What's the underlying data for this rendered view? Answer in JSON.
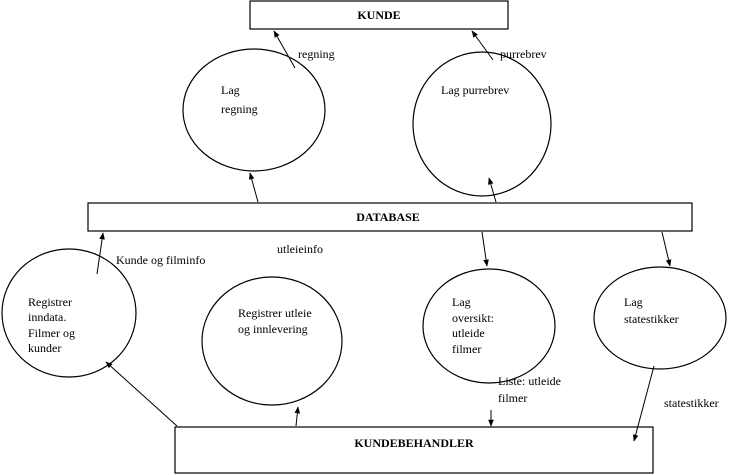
{
  "entities": {
    "kunde": "KUNDE",
    "database": "DATABASE",
    "kundebehandler": "KUNDEBEHANDLER"
  },
  "processes": {
    "lag_regning": [
      "Lag",
      "regning"
    ],
    "lag_purrebrev": [
      "Lag purrebrev"
    ],
    "registrer_inndata": [
      "Registrer",
      "inndata.",
      "Filmer og",
      "kunder"
    ],
    "registrer_utleie": [
      "Registrer utleie",
      "og innlevering"
    ],
    "lag_oversikt": [
      "Lag",
      "oversikt:",
      "utleide",
      "filmer"
    ],
    "lag_statestikker": [
      "Lag",
      "statestikker"
    ]
  },
  "flows": {
    "regning": "regning",
    "purrebrev": "purrebrev",
    "kunde_og_filminfo": "Kunde og filminfo",
    "utleieinfo": "utleieinfo",
    "liste_utleide": [
      "Liste: utleide",
      "filmer"
    ],
    "statestikker": "statestikker"
  },
  "colors": {
    "stroke": "#000000",
    "fill": "#ffffff"
  }
}
